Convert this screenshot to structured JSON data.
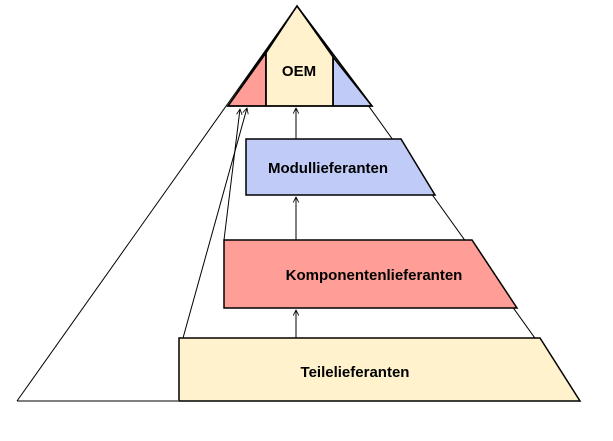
{
  "diagram": {
    "type": "supplier-pyramid",
    "tiers": [
      {
        "id": "oem",
        "label": "OEM",
        "color": "#FFF2CC"
      },
      {
        "id": "modul",
        "label": "Modullieferanten",
        "color": "#C0CCF7"
      },
      {
        "id": "komponenten",
        "label": "Komponentenlieferanten",
        "color": "#FF9E96"
      },
      {
        "id": "teile",
        "label": "Teilelieferanten",
        "color": "#FFF2CC"
      }
    ],
    "oem_side_colors": {
      "left": "#FF9E96",
      "right": "#C0CCF7"
    },
    "flows": [
      {
        "from": "teile",
        "to": "komponenten"
      },
      {
        "from": "komponenten",
        "to": "modul"
      },
      {
        "from": "modul",
        "to": "oem"
      },
      {
        "from": "teile",
        "to": "oem"
      },
      {
        "from": "komponenten",
        "to": "oem"
      }
    ]
  }
}
